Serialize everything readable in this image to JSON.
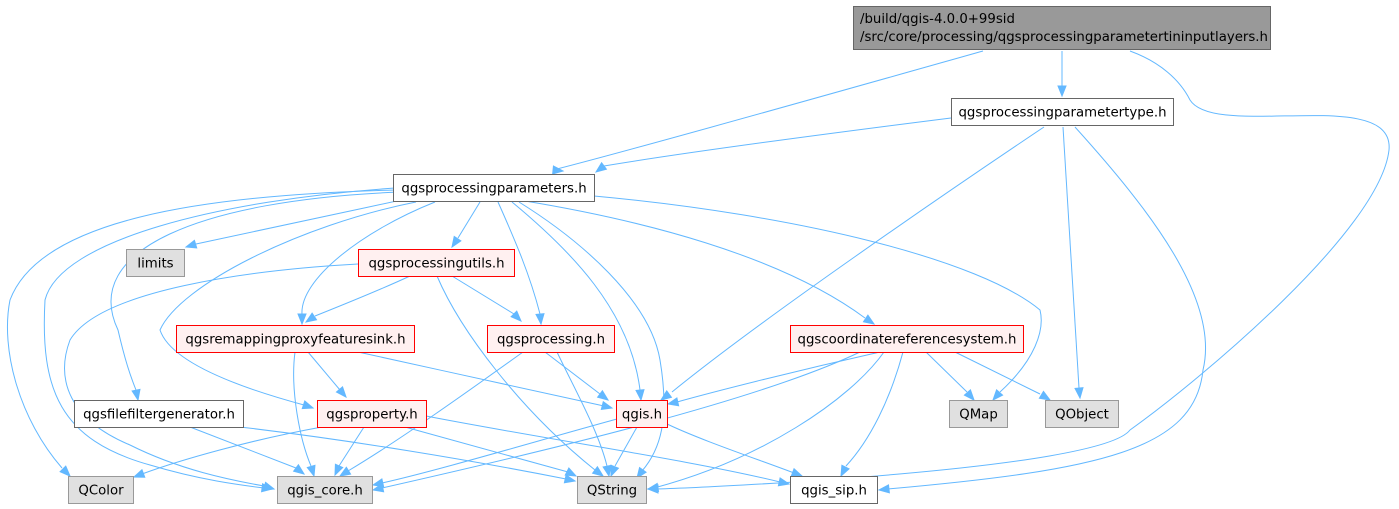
{
  "diagram": {
    "title": "Include dependency graph for qgsprocessingparametertininputlayers.h",
    "styles": {
      "root": {
        "fill": "#999999",
        "stroke": "#666666"
      },
      "normal": {
        "fill": "#ffffff",
        "stroke": "#666666"
      },
      "red": {
        "fill": "#fff0f0",
        "stroke": "#ff0000"
      },
      "external": {
        "fill": "#e0e0e0",
        "stroke": "#999999"
      },
      "edge_color": "#63b8ff"
    },
    "nodes": [
      {
        "id": "root",
        "style": "root",
        "lines": [
          "/build/qgis-4.0.0+99sid",
          "/src/core/processing/qgsprocessingparametertininputlayers.h"
        ]
      },
      {
        "id": "paramtype",
        "style": "normal",
        "lines": [
          "qgsprocessingparametertype.h"
        ]
      },
      {
        "id": "params",
        "style": "normal",
        "lines": [
          "qgsprocessingparameters.h"
        ]
      },
      {
        "id": "limits",
        "style": "external",
        "lines": [
          "limits"
        ]
      },
      {
        "id": "utils",
        "style": "red",
        "lines": [
          "qgsprocessingutils.h"
        ]
      },
      {
        "id": "remap",
        "style": "red",
        "lines": [
          "qgsremappingproxyfeaturesink.h"
        ]
      },
      {
        "id": "processing",
        "style": "red",
        "lines": [
          "qgsprocessing.h"
        ]
      },
      {
        "id": "crs",
        "style": "red",
        "lines": [
          "qgscoordinatereferencesystem.h"
        ]
      },
      {
        "id": "filefilter",
        "style": "normal",
        "lines": [
          "qgsfilefiltergenerator.h"
        ]
      },
      {
        "id": "property",
        "style": "red",
        "lines": [
          "qgsproperty.h"
        ]
      },
      {
        "id": "qgis",
        "style": "red",
        "lines": [
          "qgis.h"
        ]
      },
      {
        "id": "qmap",
        "style": "external",
        "lines": [
          "QMap"
        ]
      },
      {
        "id": "qobject",
        "style": "external",
        "lines": [
          "QObject"
        ]
      },
      {
        "id": "qcolor",
        "style": "external",
        "lines": [
          "QColor"
        ]
      },
      {
        "id": "qgiscore",
        "style": "external",
        "lines": [
          "qgis_core.h"
        ]
      },
      {
        "id": "qstring",
        "style": "external",
        "lines": [
          "QString"
        ]
      },
      {
        "id": "qgissip",
        "style": "normal",
        "lines": [
          "qgis_sip.h"
        ]
      }
    ],
    "edges": [
      {
        "from": "root",
        "to": "params"
      },
      {
        "from": "root",
        "to": "paramtype"
      },
      {
        "from": "root",
        "to": "qstring"
      },
      {
        "from": "paramtype",
        "to": "params"
      },
      {
        "from": "paramtype",
        "to": "qgis"
      },
      {
        "from": "paramtype",
        "to": "qobject"
      },
      {
        "from": "paramtype",
        "to": "qgissip"
      },
      {
        "from": "params",
        "to": "limits"
      },
      {
        "from": "params",
        "to": "utils"
      },
      {
        "from": "params",
        "to": "remap"
      },
      {
        "from": "params",
        "to": "processing"
      },
      {
        "from": "params",
        "to": "crs"
      },
      {
        "from": "params",
        "to": "filefilter"
      },
      {
        "from": "params",
        "to": "property"
      },
      {
        "from": "params",
        "to": "qgis"
      },
      {
        "from": "params",
        "to": "qmap"
      },
      {
        "from": "params",
        "to": "qcolor"
      },
      {
        "from": "params",
        "to": "qgiscore"
      },
      {
        "from": "params",
        "to": "qstring"
      },
      {
        "from": "utils",
        "to": "remap"
      },
      {
        "from": "utils",
        "to": "processing"
      },
      {
        "from": "utils",
        "to": "qgiscore"
      },
      {
        "from": "utils",
        "to": "qstring"
      },
      {
        "from": "remap",
        "to": "property"
      },
      {
        "from": "remap",
        "to": "qgis"
      },
      {
        "from": "remap",
        "to": "qgiscore"
      },
      {
        "from": "processing",
        "to": "qgis"
      },
      {
        "from": "processing",
        "to": "qgiscore"
      },
      {
        "from": "processing",
        "to": "qstring"
      },
      {
        "from": "crs",
        "to": "qgis"
      },
      {
        "from": "crs",
        "to": "qmap"
      },
      {
        "from": "crs",
        "to": "qobject"
      },
      {
        "from": "crs",
        "to": "qgiscore"
      },
      {
        "from": "crs",
        "to": "qstring"
      },
      {
        "from": "crs",
        "to": "qgissip"
      },
      {
        "from": "filefilter",
        "to": "qgiscore"
      },
      {
        "from": "filefilter",
        "to": "qstring"
      },
      {
        "from": "property",
        "to": "qcolor"
      },
      {
        "from": "property",
        "to": "qgiscore"
      },
      {
        "from": "property",
        "to": "qstring"
      },
      {
        "from": "property",
        "to": "qgissip"
      },
      {
        "from": "qgis",
        "to": "qgiscore"
      },
      {
        "from": "qgis",
        "to": "qstring"
      },
      {
        "from": "qgis",
        "to": "qgissip"
      }
    ]
  }
}
